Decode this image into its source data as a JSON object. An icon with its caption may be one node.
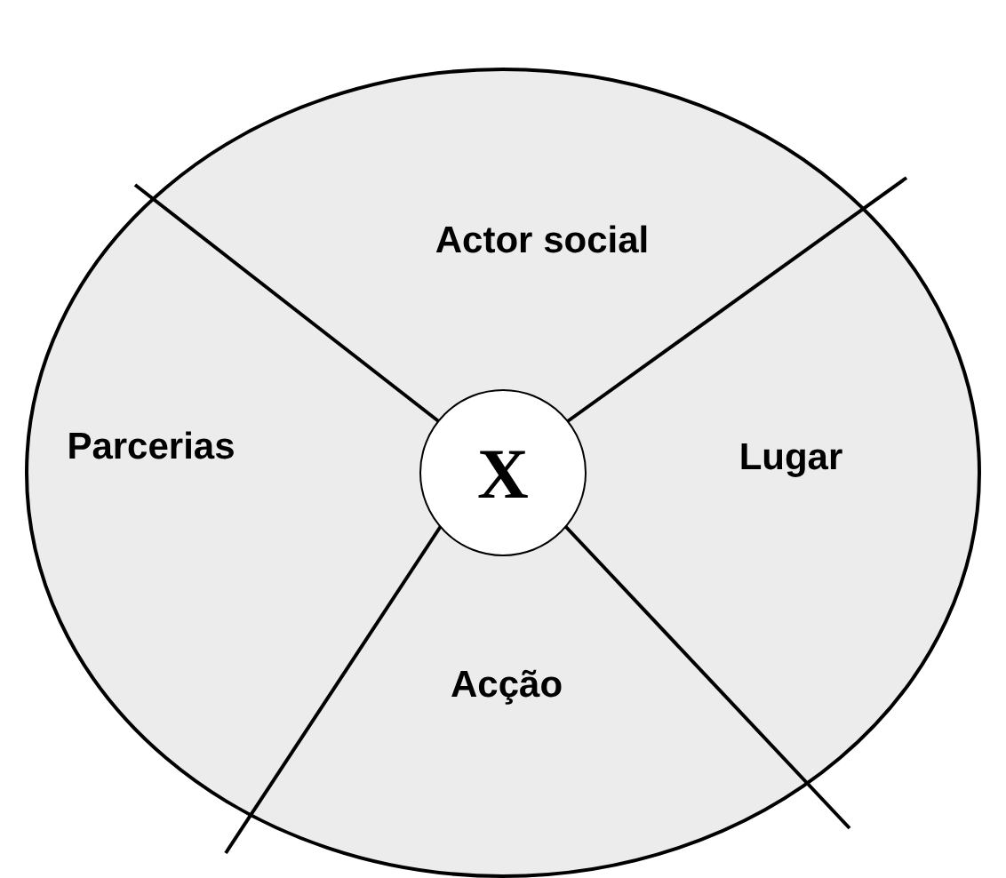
{
  "diagram": {
    "nodes": [
      {
        "text": [
          "Actor social"
        ]
      },
      {
        "text": [
          "Parcerias"
        ]
      },
      {
        "text": [
          "X"
        ]
      },
      {
        "text": [
          "Lugar"
        ]
      },
      {
        "text": [
          "Acção"
        ]
      }
    ]
  }
}
